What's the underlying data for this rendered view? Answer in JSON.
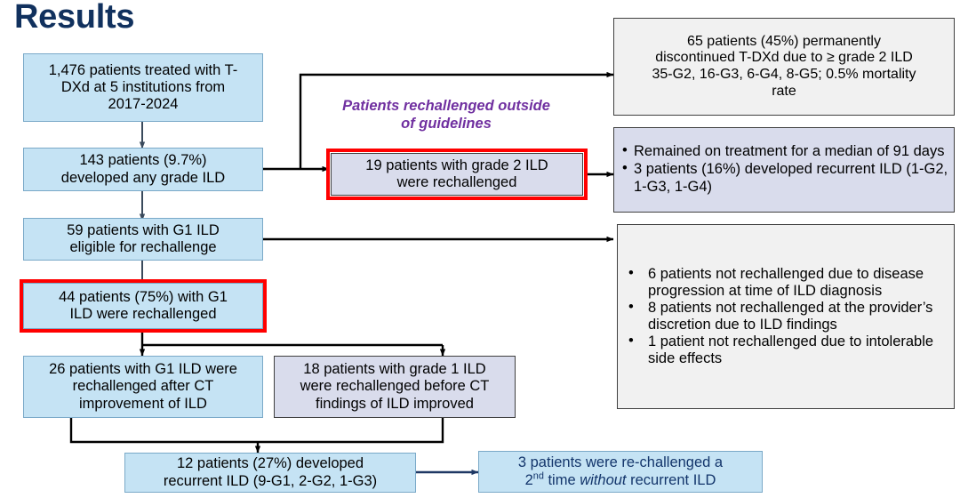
{
  "title": "Results",
  "colors": {
    "title_navy": "#11315e",
    "box_blue": "#c5e3f4",
    "box_blue_border": "#7aa9c8",
    "box_lavender": "#d9dcec",
    "box_gray": "#f1f1f1",
    "box_dark_border": "#3f3f3f",
    "highlight_red": "#ff0000",
    "caption_purple": "#7030a0",
    "navy_text": "#13356b",
    "edge_black": "#000000",
    "edge_navy": "#1f3864"
  },
  "caption": {
    "purple_note_line1": "Patients rechallenged outside",
    "purple_note_line2": "of guidelines"
  },
  "nodes": {
    "cohort": {
      "line1": "1,476 patients treated with T-",
      "line2": "DXd at 5 institutions from",
      "line3": "2017-2024"
    },
    "any_ild": {
      "line1": "143 patients (9.7%)",
      "line2": "developed any grade ILD"
    },
    "g1_eligible": {
      "line1": "59 patients with G1 ILD",
      "line2": "eligible for rechallenge"
    },
    "g1_rechallenged": {
      "line1": "44 patients (75%) with G1",
      "line2": "ILD were rechallenged"
    },
    "after_ct": {
      "line1": "26 patients with G1 ILD were",
      "line2": "rechallenged after CT",
      "line3": "improvement of ILD"
    },
    "before_ct": {
      "line1": "18 patients with grade 1 ILD",
      "line2": "were rechallenged before CT",
      "line3": "findings of ILD improved"
    },
    "recurrent_ild": {
      "line1": "12 patients (27%) developed",
      "line2": "recurrent ILD (9-G1, 2-G2, 1-G3)"
    },
    "second_rechallenge": {
      "line1": "3 patients were re-challenged a",
      "line2_pre": "2",
      "line2_sup": "nd",
      "line2_mid": " time ",
      "line2_italic": "without",
      "line2_post": " recurrent ILD"
    },
    "grade2_rechallenged": {
      "line1": "19 patients with grade 2 ILD",
      "line2": "were rechallenged"
    },
    "discontinued": {
      "line1": "65 patients (45%) permanently",
      "line2": "discontinued T-DXd due to ≥ grade 2 ILD",
      "line3": "35-G2, 16-G3, 6-G4, 8-G5; 0.5% mortality",
      "line4": "rate"
    },
    "grade2_outcomes": {
      "bullets": [
        "Remained on treatment for a median of 91 days",
        "3 patients (16%) developed recurrent ILD (1-G2, 1-G3, 1-G4)"
      ]
    },
    "not_rechallenged": {
      "bullets": [
        "6 patients not rechallenged due to disease progression at time of ILD diagnosis",
        "8 patients not rechallenged at the provider’s discretion due to ILD findings",
        "1 patient not rechallenged due to intolerable side effects"
      ]
    }
  },
  "highlights": [
    {
      "target": "grade2-rechallenged-node",
      "color": "#ff0000"
    },
    {
      "target": "g1-rechallenged-node",
      "color": "#ff0000"
    }
  ]
}
